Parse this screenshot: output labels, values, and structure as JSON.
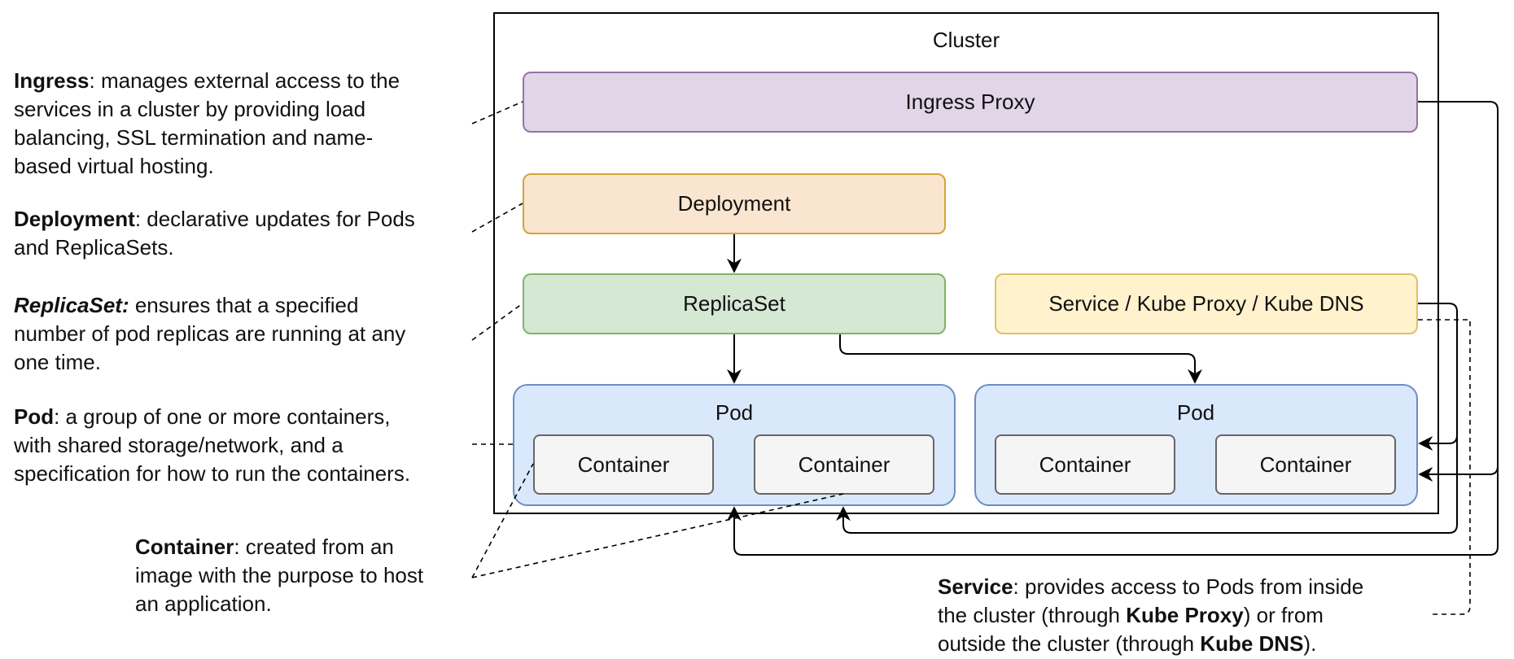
{
  "diagram": {
    "cluster_label": "Cluster",
    "ingress_proxy": "Ingress Proxy",
    "deployment": "Deployment",
    "replicaset": "ReplicaSet",
    "service": "Service / Kube Proxy / Kube DNS",
    "pods": [
      {
        "label": "Pod",
        "containers": [
          "Container",
          "Container"
        ]
      },
      {
        "label": "Pod",
        "containers": [
          "Container",
          "Container"
        ]
      }
    ]
  },
  "notes": {
    "ingress": {
      "term": "Ingress",
      "line1": ": manages external access to the",
      "line2": "services in a cluster by providing load",
      "line3": "balancing, SSL termination and name-",
      "line4": "based virtual hosting."
    },
    "deployment": {
      "term": "Deployment",
      "line1": ": declarative updates for Pods",
      "line2": "and ReplicaSets."
    },
    "replicaset": {
      "term": "ReplicaSet:",
      "line1": " ensures that a specified",
      "line2": "number of pod replicas are running at any",
      "line3": "one time."
    },
    "pod": {
      "term": "Pod",
      "line1": ": a group of one or more containers,",
      "line2": "with shared storage/network, and a",
      "line3": "specification for how to run the containers."
    },
    "container": {
      "term": "Container",
      "line1": ": created from an",
      "line2": "image with the purpose to host",
      "line3": "an application."
    },
    "service": {
      "term": "Service",
      "line1": ": provides access to Pods from inside",
      "line2a": "the cluster (through ",
      "kube_proxy": "Kube Proxy",
      "line2b": ") or from",
      "line3a": "outside the cluster (through ",
      "kube_dns": "Kube DNS",
      "line3b": ")."
    }
  }
}
